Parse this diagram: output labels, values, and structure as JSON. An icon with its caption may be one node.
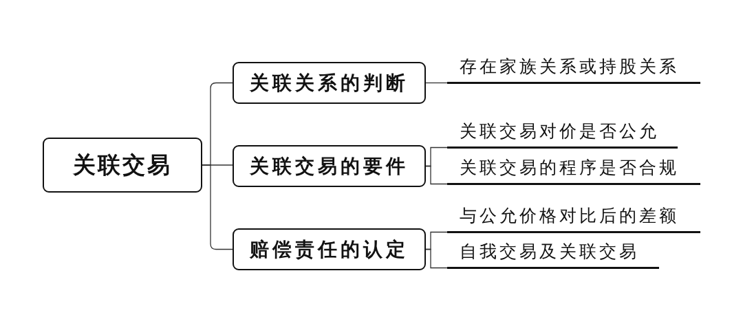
{
  "diagram": {
    "nodes": [
      {
        "text": [
          "关联交易"
        ]
      },
      {
        "text": [
          "关联关系的判断"
        ]
      },
      {
        "text": [
          "关联交易的要件"
        ]
      },
      {
        "text": [
          "赔偿责任的认定"
        ]
      },
      {
        "text": [
          "存在家族关系或持股关系"
        ]
      },
      {
        "text": [
          "关联交易对价是否公允"
        ]
      },
      {
        "text": [
          "关联交易的程序是否合规"
        ]
      },
      {
        "text": [
          "与公允价格对比后的差额"
        ]
      },
      {
        "text": [
          "自我交易及关联交易"
        ]
      }
    ],
    "edges": [
      {
        "from": 0,
        "to": 1,
        "arrow": "none"
      },
      {
        "from": 0,
        "to": 2,
        "arrow": "none"
      },
      {
        "from": 0,
        "to": 3,
        "arrow": "none"
      },
      {
        "from": 1,
        "to": 4,
        "arrow": "none"
      },
      {
        "from": 2,
        "to": 5,
        "arrow": "none"
      },
      {
        "from": 2,
        "to": 6,
        "arrow": "none"
      },
      {
        "from": 3,
        "to": 7,
        "arrow": "none"
      },
      {
        "from": 3,
        "to": 8,
        "arrow": "none"
      }
    ]
  }
}
